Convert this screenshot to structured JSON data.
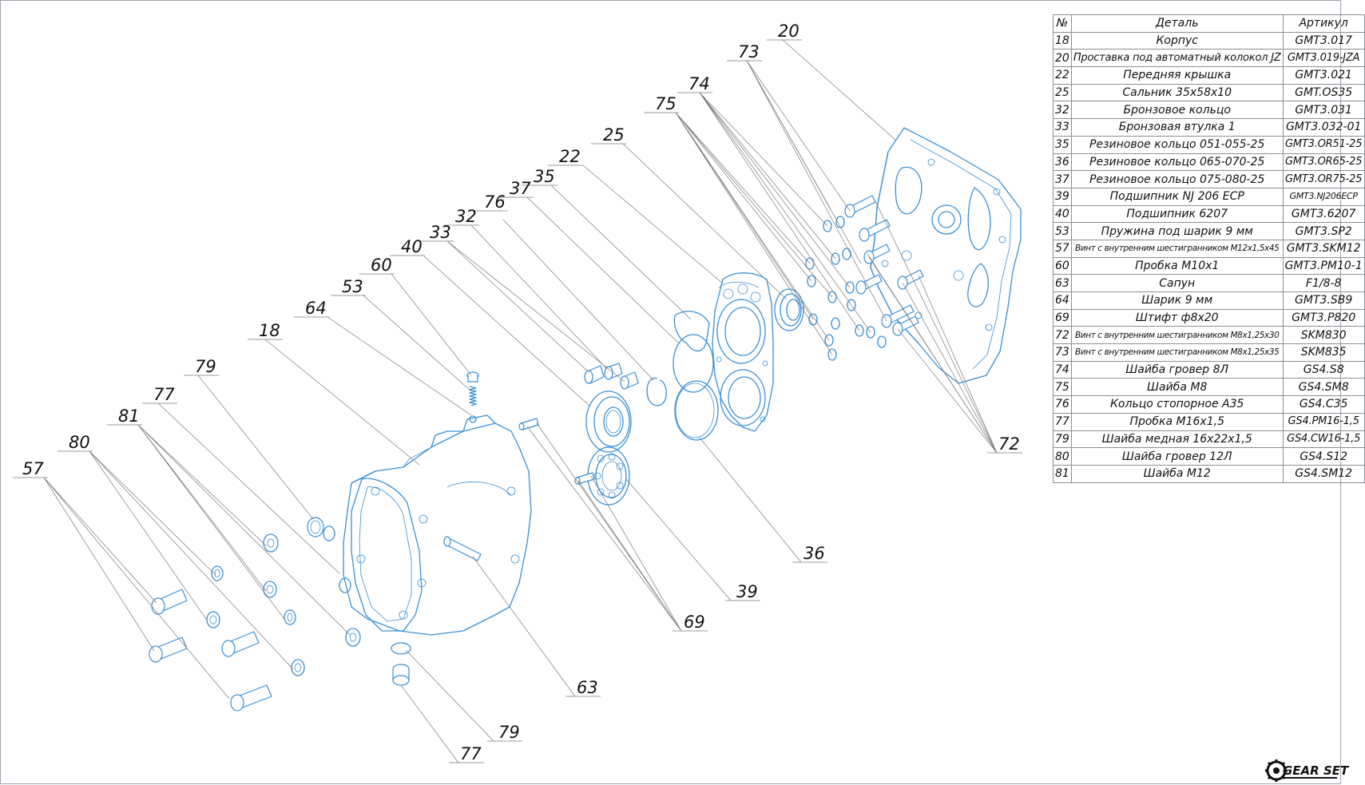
{
  "callouts": [
    "20",
    "73",
    "74",
    "75",
    "25",
    "22",
    "35",
    "37",
    "76",
    "32",
    "33",
    "40",
    "60",
    "53",
    "64",
    "18",
    "79",
    "77",
    "81",
    "80",
    "57",
    "72",
    "36",
    "39",
    "69",
    "63",
    "79",
    "77"
  ],
  "bom": {
    "headers": [
      "№",
      "Деталь",
      "Артикул"
    ],
    "rows": [
      {
        "no": "18",
        "name": "Корпус",
        "code": "GMT3.017"
      },
      {
        "no": "20",
        "name": "Проставка под автоматный колокол JZ",
        "code": "GMT3.019-JZA"
      },
      {
        "no": "22",
        "name": "Передняя крышка",
        "code": "GMT3.021"
      },
      {
        "no": "25",
        "name": "Сальник 35x58x10",
        "code": "GMT.OS35"
      },
      {
        "no": "32",
        "name": "Бронзовое кольцо",
        "code": "GMT3.031"
      },
      {
        "no": "33",
        "name": "Бронзовая втулка 1",
        "code": "GMT3.032-01"
      },
      {
        "no": "35",
        "name": "Резиновое кольцо 051-055-25",
        "code": "GMT3.OR51-25"
      },
      {
        "no": "36",
        "name": "Резиновое кольцо 065-070-25",
        "code": "GMT3.OR65-25"
      },
      {
        "no": "37",
        "name": "Резиновое кольцо 075-080-25",
        "code": "GMT3.OR75-25"
      },
      {
        "no": "39",
        "name": "Подшипник NJ 206 ECP",
        "code": "GMT3.NJ206ECP"
      },
      {
        "no": "40",
        "name": "Подшипник 6207",
        "code": "GMT3.6207"
      },
      {
        "no": "53",
        "name": "Пружина под шарик 9 мм",
        "code": "GMT3.SP2"
      },
      {
        "no": "57",
        "name": "Винт с внутренним шестигранником М12x1,5x45",
        "code": "GMT3.SKM12"
      },
      {
        "no": "60",
        "name": "Пробка М10x1",
        "code": "GMT3.PM10-1"
      },
      {
        "no": "63",
        "name": "Сапун",
        "code": "F1/8-8"
      },
      {
        "no": "64",
        "name": "Шарик 9 мм",
        "code": "GMT3.SB9"
      },
      {
        "no": "69",
        "name": "Штифт ф8x20",
        "code": "GMT3.P820"
      },
      {
        "no": "72",
        "name": "Винт с внутренним шестигранником М8x1,25x30",
        "code": "SKM830"
      },
      {
        "no": "73",
        "name": "Винт с внутренним шестигранником М8x1,25x35",
        "code": "SKM835"
      },
      {
        "no": "74",
        "name": "Шайба гровер 8Л",
        "code": "GS4.S8"
      },
      {
        "no": "75",
        "name": "Шайба М8",
        "code": "GS4.SM8"
      },
      {
        "no": "76",
        "name": "Кольцо стопорное А35",
        "code": "GS4.C35"
      },
      {
        "no": "77",
        "name": "Пробка М16x1,5",
        "code": "GS4.PM16-1,5"
      },
      {
        "no": "79",
        "name": "Шайба медная 16x22x1,5",
        "code": "GS4.CW16-1,5"
      },
      {
        "no": "80",
        "name": "Шайба гровер 12Л",
        "code": "GS4.S12"
      },
      {
        "no": "81",
        "name": "Шайба М12",
        "code": "GS4.SM12"
      }
    ]
  },
  "logo": {
    "text": "GEAR SET"
  },
  "colors": {
    "parts": "#3a8fd6",
    "leaders": "#7a7a7a",
    "text": "#111111"
  }
}
